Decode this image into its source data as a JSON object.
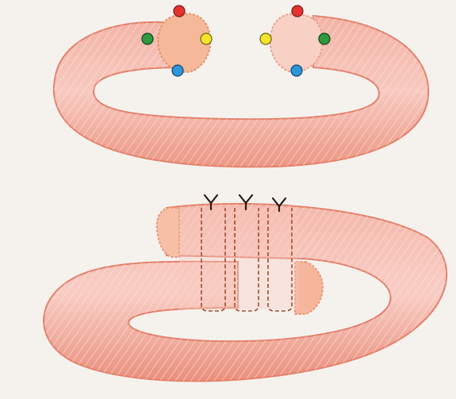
{
  "colors": {
    "page": "#f5f2ee",
    "tube_light": "#f8c6bd",
    "tube_mid": "#ef9f8d",
    "tube_dark": "#e5826d",
    "stripe": "#fce4de",
    "cut_face": "#f7b899",
    "cut_face_edge": "#ea9a7c",
    "suture_line": "#a14b2d",
    "suture_knot": "#2a1b18",
    "marker_red": "#e5322c",
    "marker_green": "#2f9a3c",
    "marker_yellow": "#f2e52a",
    "marker_blue": "#2c96d8"
  },
  "panels": [
    {
      "id": "separated-ends",
      "markers": [
        "red",
        "green",
        "yellow",
        "blue"
      ]
    },
    {
      "id": "sutured-ends",
      "suture_count": 3
    }
  ]
}
